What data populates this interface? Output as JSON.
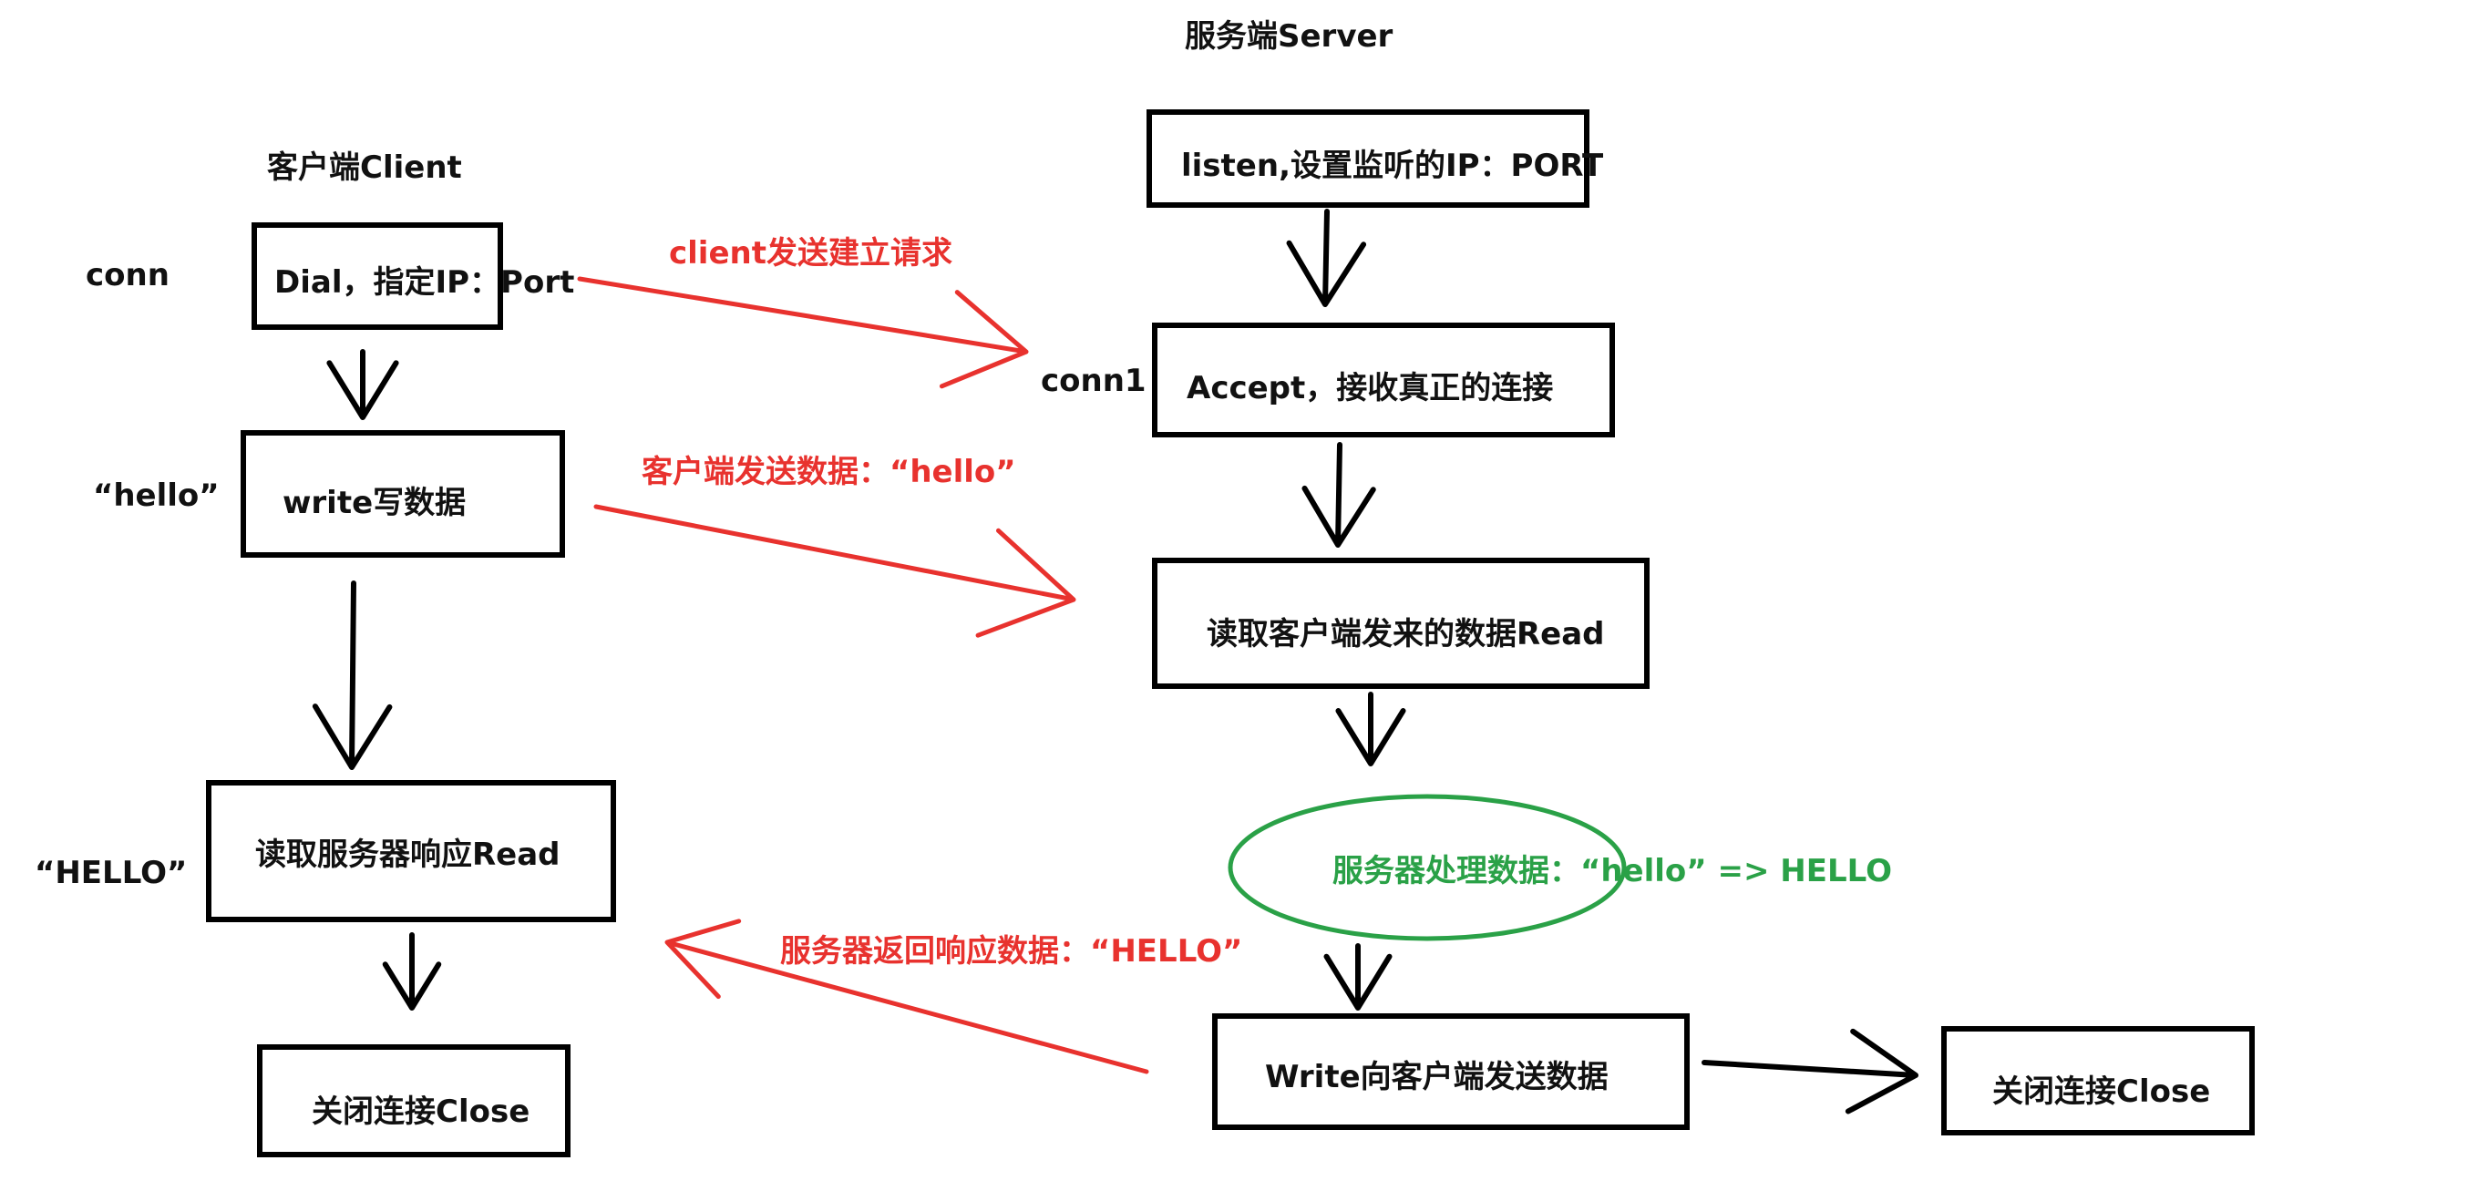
{
  "colors": {
    "ink": "#000000",
    "red": "#e8322e",
    "green": "#2aa147"
  },
  "titles": {
    "server": "服务端Server",
    "client": "客户端Client"
  },
  "client_boxes": {
    "dial": "Dial，指定IP：Port",
    "write": "write写数据",
    "read": "读取服务器响应Read",
    "close": "关闭连接Close"
  },
  "server_boxes": {
    "listen": "listen,设置监听的IP：PORT",
    "accept": "Accept，接收真正的连接",
    "read": "读取客户端发来的数据Read",
    "write": "Write向客户端发送数据",
    "close": "关闭连接Close"
  },
  "side_labels": {
    "conn": "conn",
    "hello": "“hello”",
    "hello_upper": "“HELLO”",
    "conn1": "conn1"
  },
  "messages": {
    "connect_request": "client发送建立请求",
    "send_data": "客户端发送数据：“hello”",
    "return_data": "服务器返回响应数据：“HELLO”",
    "process": "服务器处理数据：“hello” => HELLO"
  }
}
